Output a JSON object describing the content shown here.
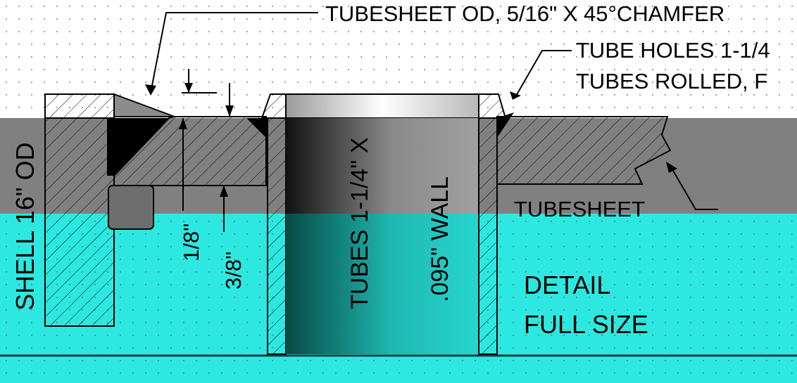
{
  "labels": {
    "chamfer_note": "TUBESHEET OD, 5/16\" X 45°CHAMFER",
    "tube_holes_line1": "TUBE HOLES 1-1/4",
    "tube_holes_line2": "TUBES ROLLED, F",
    "tubesheet": "TUBESHEET",
    "shell": "SHELL 16\" OD",
    "dim_eighth": "1/8\"",
    "dim_three_eighths": "3/8\"",
    "tubes_line1": "TUBES 1-1/4\" X",
    "tubes_line2": ".095\" WALL",
    "detail": "DETAIL",
    "full_size": "FULL SIZE"
  },
  "colors": {
    "background": "#ffffff",
    "dark_band": "#808080",
    "cyan_band": "#2de8e0",
    "cyan_dark": "#0e7c78",
    "line": "#000000",
    "grid_dot": "#5a6070"
  }
}
